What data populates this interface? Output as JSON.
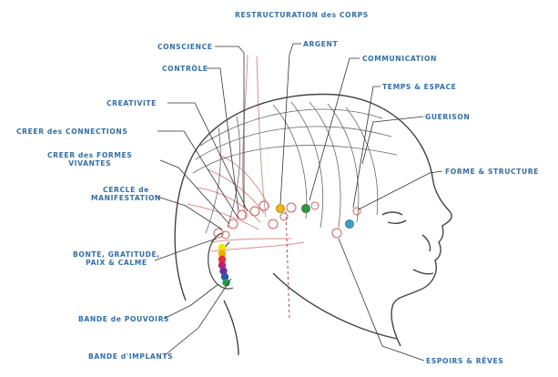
{
  "colors": {
    "label": "#2f6fb5",
    "line": "#333333",
    "head": "#444444",
    "overlay": "#e0908e"
  },
  "labels": {
    "restructuration": "RESTRUCTURATION des CORPS",
    "conscience": "CONSCIENCE",
    "argent": "ARGENT",
    "controle": "CONTRÔLE",
    "communication": "COMMUNICATION",
    "temps_espace": "TEMPS & ESPACE",
    "creativite": "CREATIVITE",
    "guerison": "GUERISON",
    "creer_connections": "CREER des CONNECTIONS",
    "creer_formes_1": "CREER des FORMES",
    "creer_formes_2": "VIVANTES",
    "forme_structure": "FORME & STRUCTURE",
    "cercle_1": "CERCLE de",
    "cercle_2": "MANIFESTATION",
    "bonte_1": "BONTE, GRATITUDE,",
    "bonte_2": "PAIX & CALME",
    "bande_pouvoirs": "BANDE de POUVOIRS",
    "bande_implants": "BANDE d'IMPLANTS",
    "espoirs_reves": "ESPOIRS & RÊVES"
  },
  "points": [
    {
      "name": "argent-point",
      "color": "#f2b705"
    },
    {
      "name": "communication-point",
      "color": "#2e9a3e"
    },
    {
      "name": "forme-structure-point",
      "color": "#3aa0c8"
    }
  ],
  "rainbow_band": [
    "#f6e300",
    "#f5a800",
    "#ec2d2d",
    "#c21d7a",
    "#6b2fa0",
    "#2a55b8",
    "#1f9e46"
  ]
}
